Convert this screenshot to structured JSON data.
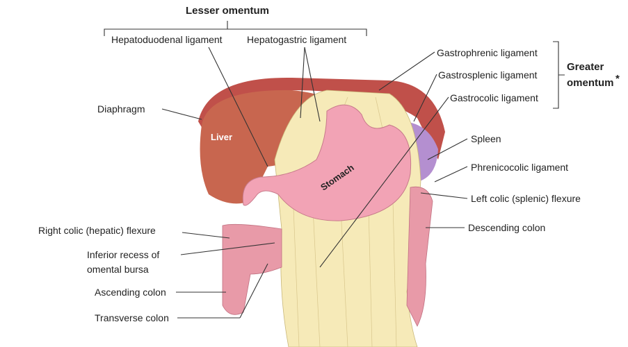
{
  "title": "Lesser omentum",
  "lesser_omentum": {
    "hepatoduodenal": "Hepatoduodenal ligament",
    "hepatogastric": "Hepatogastric ligament"
  },
  "greater_omentum": {
    "line1": "Greater",
    "line2": "omentum",
    "asterisk": "*",
    "gastrophrenic": "Gastrophrenic ligament",
    "gastrosplenic": "Gastrosplenic ligament",
    "gastrocolic": "Gastrocolic ligament"
  },
  "labels": {
    "diaphragm": "Diaphragm",
    "liver": "Liver",
    "stomach": "Stomach",
    "spleen": "Spleen",
    "phrenicocolic": "Phrenicocolic ligament",
    "left_colic": "Left colic (splenic) flexure",
    "descending_colon": "Descending colon",
    "right_colic": "Right colic (hepatic) flexure",
    "inferior_recess_1": "Inferior recess of",
    "inferior_recess_2": "omental bursa",
    "ascending_colon": "Ascending colon",
    "transverse_colon": "Transverse colon"
  },
  "colors": {
    "diaphragm": "#c0504a",
    "liver": "#c8664f",
    "stomach": "#f2a3b5",
    "omentum": "#f6eab8",
    "spleen": "#b48fd0",
    "colon": "#e89aa8"
  }
}
